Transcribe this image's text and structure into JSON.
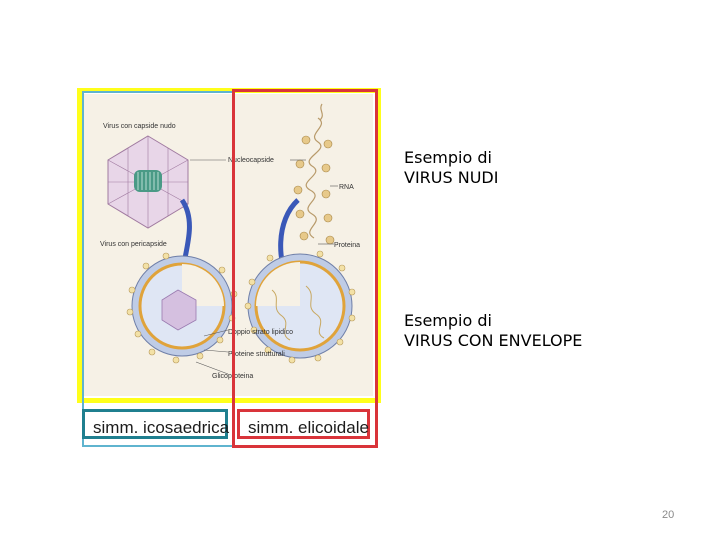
{
  "figure": {
    "annotations": {
      "virus_capside_nudo": "Virus con capside nudo",
      "nucleocapside": "Nucleocapside",
      "rna": "RNA",
      "virus_pericapside": "Virus con pericapside",
      "proteina": "Proteina",
      "doppio_strato": "Doppio strato lipidico",
      "proteine_strutturali": "Proteine strutturali",
      "glicoproteina": "Glicoproteina"
    },
    "colors": {
      "yellow_box": "#ffff1a",
      "cyan_box": "#5fb4cf",
      "red_box": "#d9343a",
      "teal_label": "#1f7f8f"
    }
  },
  "labels": {
    "icosaedrica": "simm. icosaedrica",
    "elicoidale": "simm. elicoidale"
  },
  "examples": {
    "nudi_line1": "Esempio di",
    "nudi_line2": "VIRUS NUDI",
    "envelope_line1": "Esempio di",
    "envelope_line2": "VIRUS CON ENVELOPE"
  },
  "page_number": "20"
}
